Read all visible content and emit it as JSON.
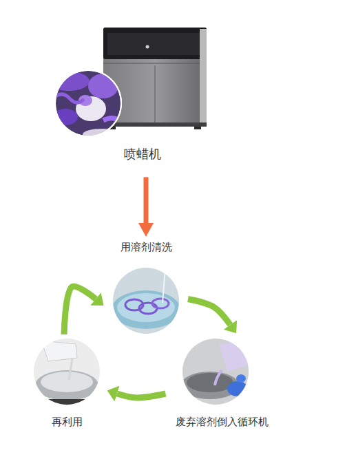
{
  "diagram": {
    "nodes": [
      {
        "text": [
          "喷蜡机"
        ]
      },
      {
        "text": [
          "用溶剂清洗"
        ]
      },
      {
        "text": [
          "废弃溶剂倒入循环机"
        ]
      },
      {
        "text": [
          "再利用"
        ]
      }
    ],
    "edges": [
      {
        "from": 0,
        "to": 1,
        "arrow": "to"
      },
      {
        "from": 1,
        "to": 2,
        "arrow": "to"
      },
      {
        "from": 2,
        "to": 3,
        "arrow": "to"
      },
      {
        "from": 3,
        "to": 1,
        "arrow": "to"
      }
    ]
  }
}
